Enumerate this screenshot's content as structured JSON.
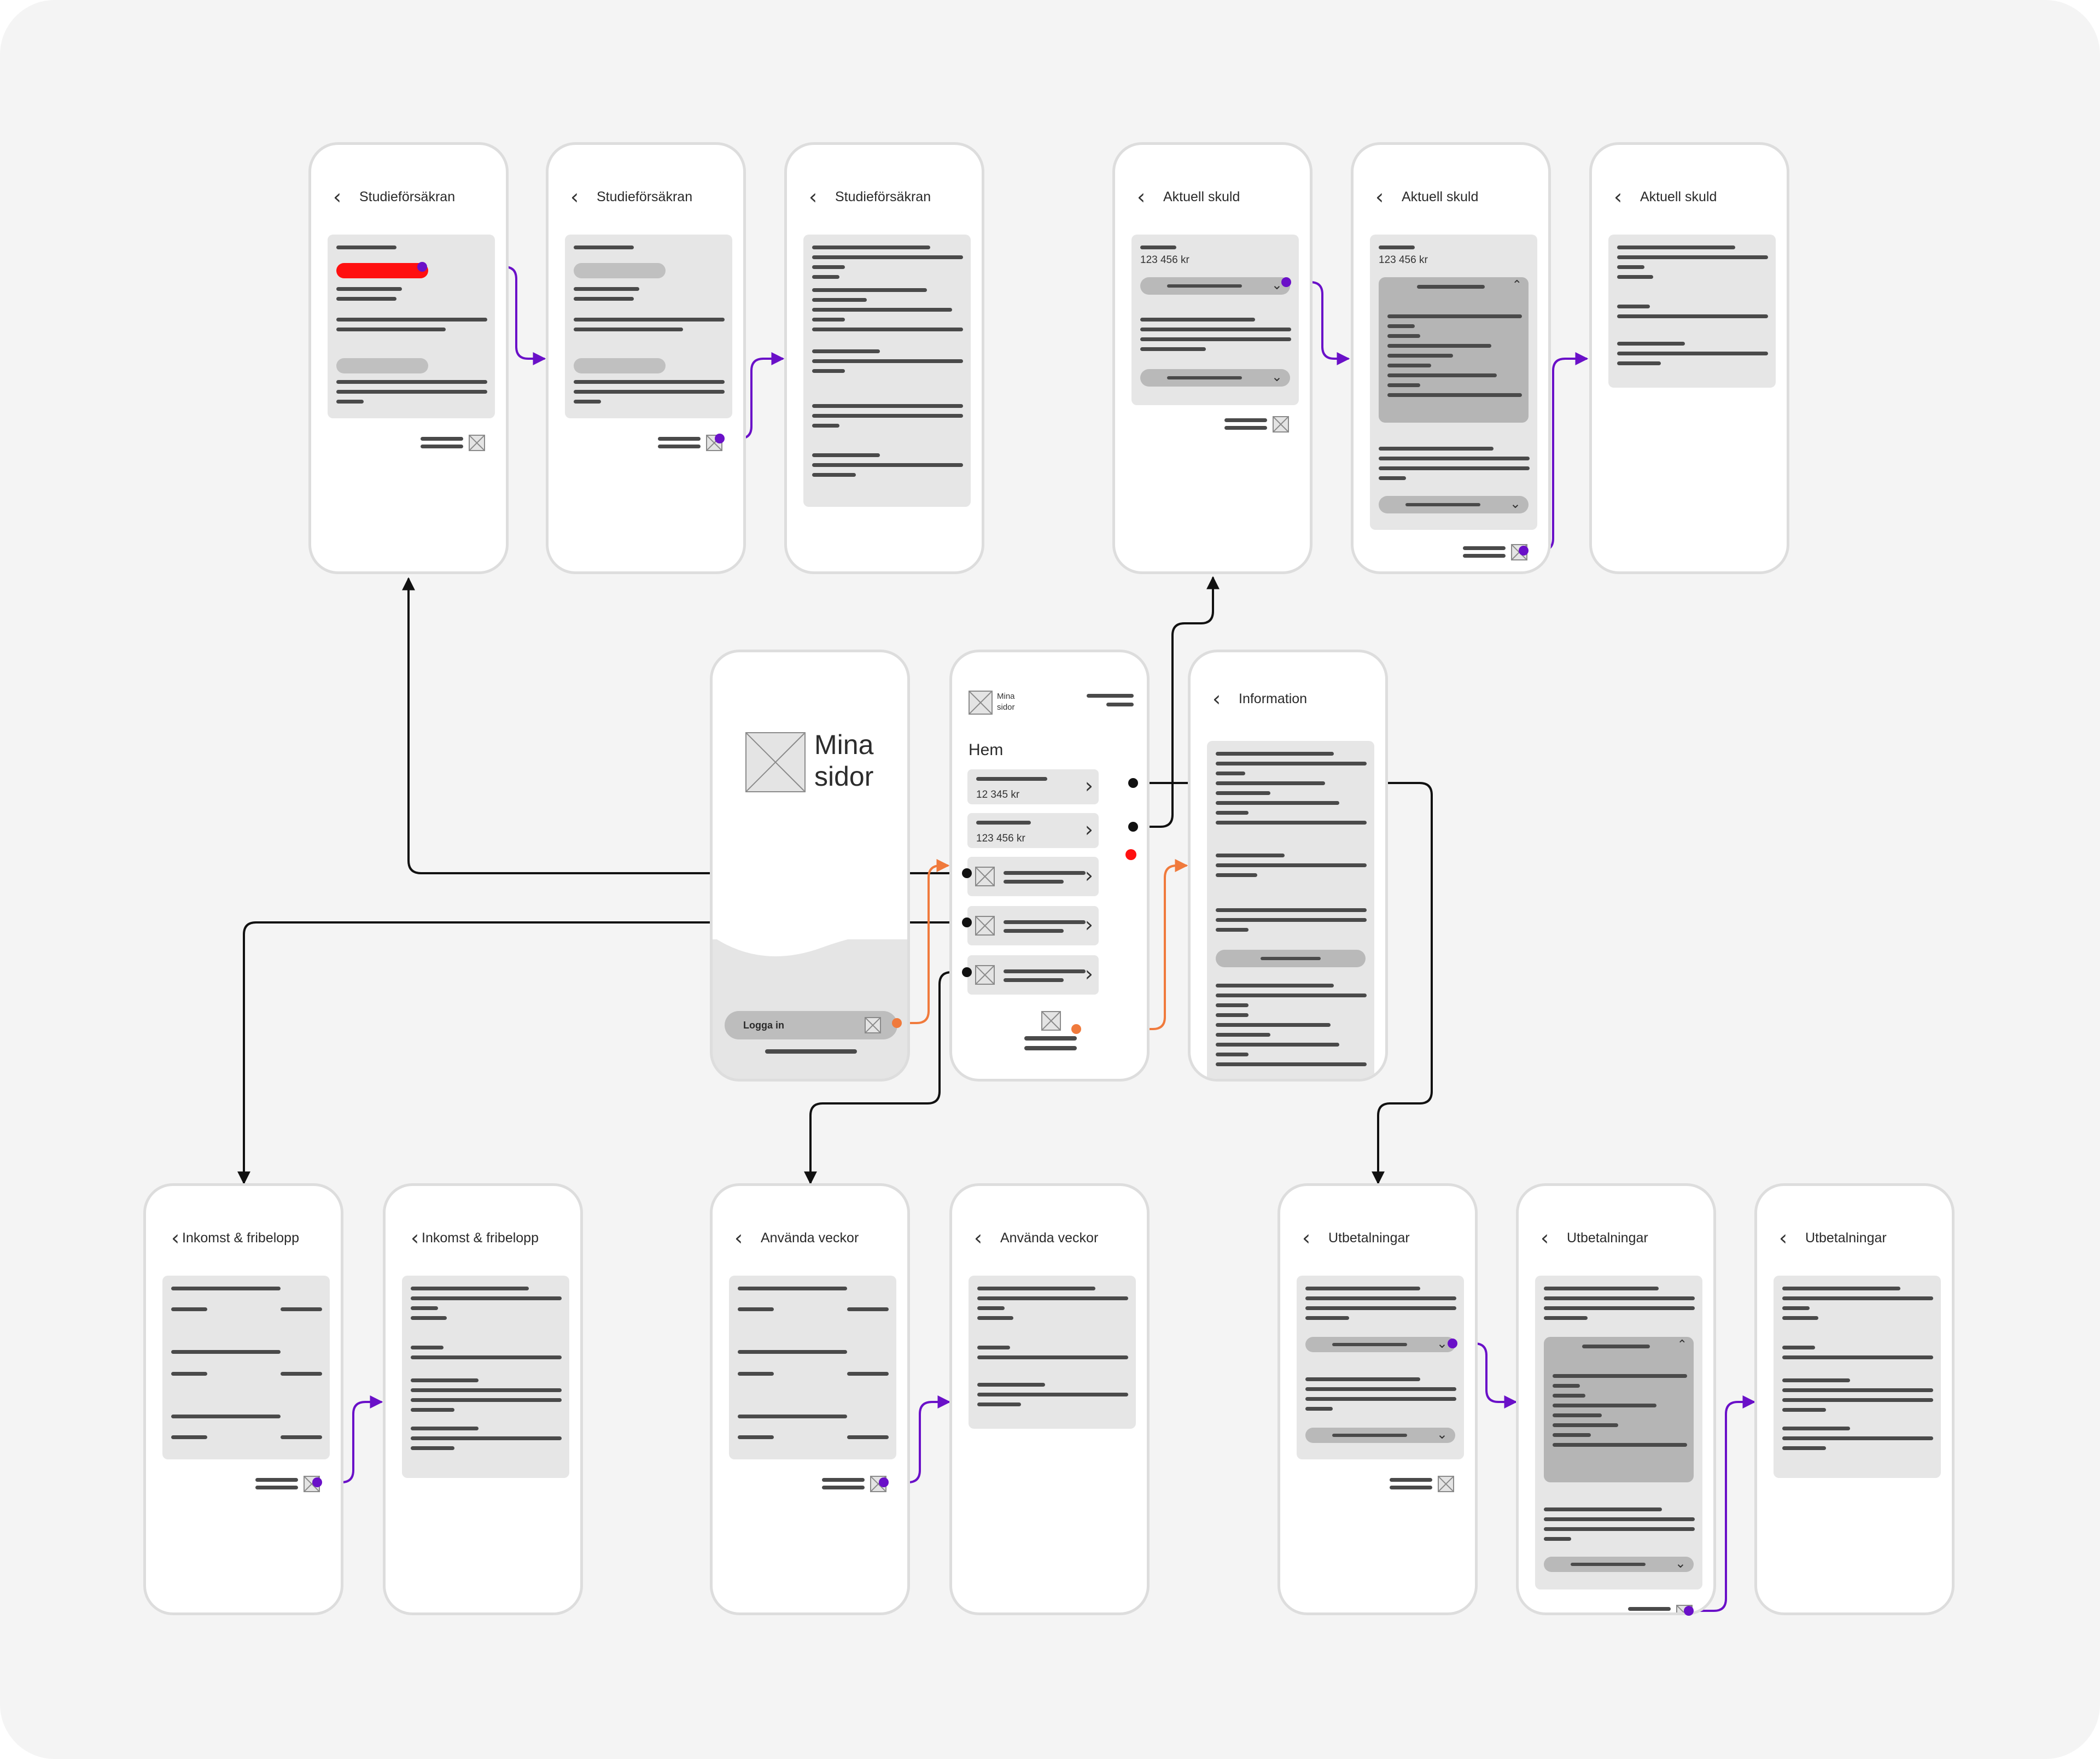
{
  "screens": {
    "studie_1": {
      "title": "Studieförsäkran"
    },
    "studie_2": {
      "title": "Studieförsäkran"
    },
    "studie_3": {
      "title": "Studieförsäkran"
    },
    "skuld_1": {
      "title": "Aktuell skuld",
      "amount": "123 456 kr"
    },
    "skuld_2": {
      "title": "Aktuell skuld",
      "amount": "123 456 kr"
    },
    "skuld_3": {
      "title": "Aktuell skuld"
    },
    "login": {
      "app_name_line1": "Mina",
      "app_name_line2": "sidor",
      "login_button": "Logga in"
    },
    "home": {
      "logo_line1": "Mina",
      "logo_line2": "sidor",
      "heading": "Hem",
      "row1_amount": "12 345 kr",
      "row2_amount": "123 456 kr"
    },
    "information": {
      "title": "Information"
    },
    "inkomst_1": {
      "title": "Inkomst & fribelopp"
    },
    "inkomst_2": {
      "title": "Inkomst & fribelopp"
    },
    "veckor_1": {
      "title": "Använda veckor"
    },
    "veckor_2": {
      "title": "Använda veckor"
    },
    "utbet_1": {
      "title": "Utbetalningar"
    },
    "utbet_2": {
      "title": "Utbetalningar"
    },
    "utbet_3": {
      "title": "Utbetalningar"
    }
  },
  "colors": {
    "flow_navigation": "#111111",
    "flow_entry": "#f07a3c",
    "flow_detail": "#6a10c8",
    "alert": "#ff1010",
    "screen_border": "#dddddd",
    "canvas": "#f4f4f4"
  },
  "icons": [
    "back-chevron-icon",
    "placeholder-image-icon",
    "chevron-right-icon",
    "chevron-down-icon",
    "chevron-up-icon",
    "hamburger-menu-icon"
  ]
}
